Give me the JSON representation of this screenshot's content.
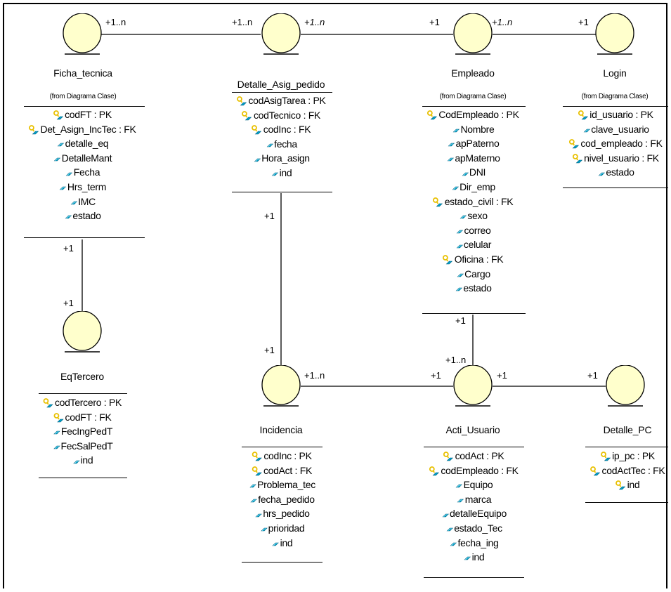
{
  "classes": {
    "ficha_tecnica": {
      "name": "Ficha_tecnica",
      "from": "(from Diagrama Clase)",
      "attributes": [
        {
          "text": "codFT : PK",
          "icon": "key-diamond-icon"
        },
        {
          "text": "Det_Asign_IncTec : FK",
          "icon": "key-diamond-icon"
        },
        {
          "text": "detalle_eq",
          "icon": "diamond-icon"
        },
        {
          "text": "DetalleMant",
          "icon": "diamond-icon"
        },
        {
          "text": "Fecha",
          "icon": "diamond-icon"
        },
        {
          "text": "Hrs_term",
          "icon": "diamond-icon"
        },
        {
          "text": "IMC",
          "icon": "diamond-icon"
        },
        {
          "text": "estado",
          "icon": "diamond-icon"
        }
      ]
    },
    "detalle_asig_pedido": {
      "name": "Detalle_Asig_pedido",
      "attributes": [
        {
          "text": "codAsigTarea : PK",
          "icon": "key-diamond-icon"
        },
        {
          "text": "codTecnico : FK",
          "icon": "key-diamond-icon"
        },
        {
          "text": "codInc : FK",
          "icon": "key-diamond-icon"
        },
        {
          "text": "fecha",
          "icon": "diamond-icon"
        },
        {
          "text": "Hora_asign",
          "icon": "diamond-icon"
        },
        {
          "text": "ind",
          "icon": "diamond-icon"
        }
      ]
    },
    "empleado": {
      "name": "Empleado",
      "from": "(from Diagrama Clase)",
      "attributes": [
        {
          "text": "CodEmpleado : PK",
          "icon": "key-diamond-icon"
        },
        {
          "text": "Nombre",
          "icon": "diamond-icon"
        },
        {
          "text": "apPaterno",
          "icon": "diamond-icon"
        },
        {
          "text": "apMaterno",
          "icon": "diamond-icon"
        },
        {
          "text": "DNI",
          "icon": "diamond-icon"
        },
        {
          "text": "Dir_emp",
          "icon": "diamond-icon"
        },
        {
          "text": "estado_civil : FK",
          "icon": "key-diamond-icon"
        },
        {
          "text": "sexo",
          "icon": "diamond-icon"
        },
        {
          "text": "correo",
          "icon": "diamond-icon"
        },
        {
          "text": "celular",
          "icon": "diamond-icon"
        },
        {
          "text": "Oficina : FK",
          "icon": "key-diamond-icon"
        },
        {
          "text": "Cargo",
          "icon": "diamond-icon"
        },
        {
          "text": "estado",
          "icon": "diamond-icon"
        }
      ]
    },
    "login": {
      "name": "Login",
      "from": "(from Diagrama Clase)",
      "attributes": [
        {
          "text": "id_usuario : PK",
          "icon": "key-diamond-icon"
        },
        {
          "text": "clave_usuario",
          "icon": "diamond-icon"
        },
        {
          "text": "cod_empleado : FK",
          "icon": "key-diamond-icon"
        },
        {
          "text": "nivel_usuario : FK",
          "icon": "key-diamond-icon"
        },
        {
          "text": "estado",
          "icon": "diamond-icon"
        }
      ]
    },
    "eqtercero": {
      "name": "EqTercero",
      "attributes": [
        {
          "text": "codTercero : PK",
          "icon": "key-diamond-icon"
        },
        {
          "text": "codFT : FK",
          "icon": "key-diamond-icon"
        },
        {
          "text": "FecIngPedT",
          "icon": "diamond-icon"
        },
        {
          "text": "FecSalPedT",
          "icon": "diamond-icon"
        },
        {
          "text": "ind",
          "icon": "diamond-icon"
        }
      ]
    },
    "incidencia": {
      "name": "Incidencia",
      "attributes": [
        {
          "text": "codInc : PK",
          "icon": "key-diamond-icon"
        },
        {
          "text": "codAct : FK",
          "icon": "key-diamond-icon"
        },
        {
          "text": "Problema_tec",
          "icon": "diamond-icon"
        },
        {
          "text": "fecha_pedido",
          "icon": "diamond-icon"
        },
        {
          "text": "hrs_pedido",
          "icon": "diamond-icon"
        },
        {
          "text": "prioridad",
          "icon": "diamond-icon"
        },
        {
          "text": "ind",
          "icon": "diamond-icon"
        }
      ]
    },
    "acti_usuario": {
      "name": "Acti_Usuario",
      "attributes": [
        {
          "text": "codAct : PK",
          "icon": "key-diamond-icon"
        },
        {
          "text": "codEmpleado : FK",
          "icon": "key-diamond-icon"
        },
        {
          "text": "Equipo",
          "icon": "diamond-icon"
        },
        {
          "text": "marca",
          "icon": "diamond-icon"
        },
        {
          "text": "detalleEquipo",
          "icon": "diamond-icon"
        },
        {
          "text": "estado_Tec",
          "icon": "diamond-icon"
        },
        {
          "text": "fecha_ing",
          "icon": "diamond-icon"
        },
        {
          "text": "ind",
          "icon": "diamond-icon"
        }
      ]
    },
    "detalle_pc": {
      "name": "Detalle_PC",
      "attributes": [
        {
          "text": "ip_pc : PK",
          "icon": "key-diamond-icon"
        },
        {
          "text": "codActTec : FK",
          "icon": "key-diamond-icon"
        },
        {
          "text": "ind",
          "icon": "key-diamond-icon"
        }
      ]
    }
  },
  "multiplicities": {
    "ficha_to_detalle_left": "+1..n",
    "ficha_to_detalle_right": "+1..n",
    "detalle_to_empleado_left": "+1..n",
    "detalle_to_empleado_right": "+1",
    "empleado_to_login_left": "+1..n",
    "empleado_to_login_right": "+1",
    "ficha_to_eqtercero_top": "+1",
    "ficha_to_eqtercero_bottom": "+1",
    "detalle_to_incidencia_top": "+1",
    "detalle_to_incidencia_bottom": "+1",
    "empleado_to_acti_top": "+1",
    "empleado_to_acti_bottom": "+1..n",
    "incidencia_to_acti_left": "+1..n",
    "incidencia_to_acti_right": "+1",
    "acti_to_detallepc_left": "+1",
    "acti_to_detallepc_right": "+1"
  },
  "colors": {
    "entity_fill": "#ffffcc",
    "key_yellow": "#e8c000",
    "diamond_cyan": "#00a0c8",
    "line": "#000000"
  }
}
